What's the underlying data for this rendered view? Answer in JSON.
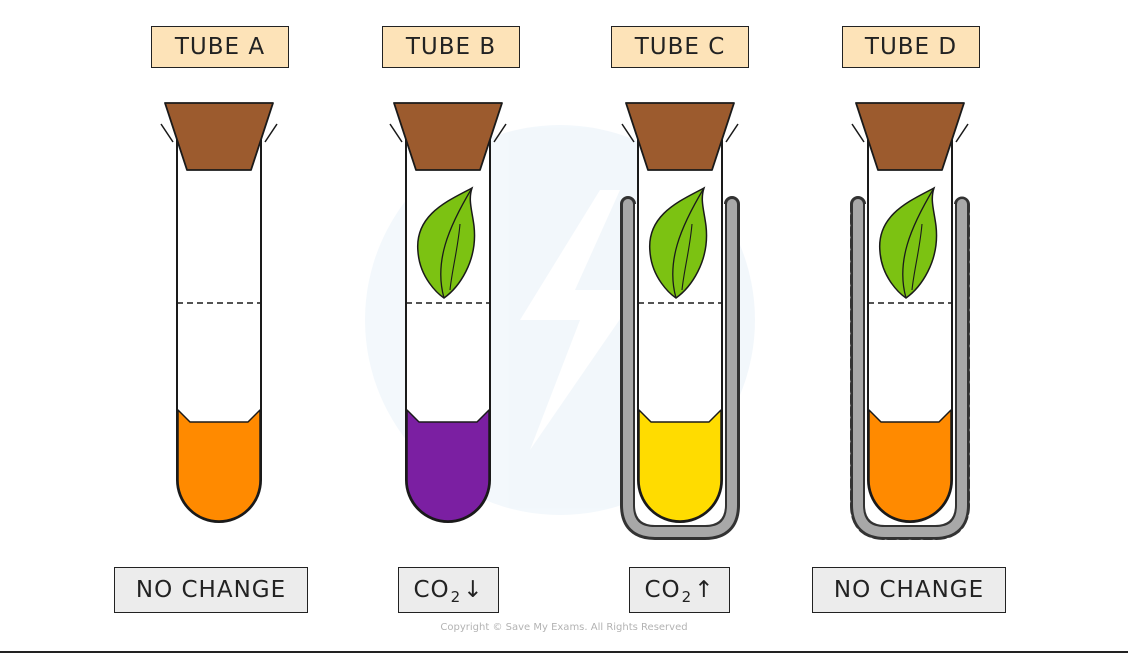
{
  "tubes": [
    {
      "label": "TUBE  A",
      "result_prefix": "NO CHANGE",
      "result_sub": "",
      "result_arrow": "",
      "liquid_color": "#ff8a00",
      "has_leaf": false,
      "cover": "none"
    },
    {
      "label": "TUBE  B",
      "result_prefix": "CO",
      "result_sub": "2",
      "result_arrow": "↓",
      "liquid_color": "#7b1fa2",
      "has_leaf": true,
      "cover": "none"
    },
    {
      "label": "TUBE  C",
      "result_prefix": "CO",
      "result_sub": "2",
      "result_arrow": "↑",
      "liquid_color": "#ffdc00",
      "has_leaf": true,
      "cover": "foil-solid"
    },
    {
      "label": "TUBE  D",
      "result_prefix": "NO CHANGE",
      "result_sub": "",
      "result_arrow": "",
      "liquid_color": "#ff8a00",
      "has_leaf": true,
      "cover": "gauze-dashed"
    }
  ],
  "colors": {
    "cork": "#9c5b2e",
    "leaf": "#7cc212",
    "foil": "#a8a8a8"
  },
  "footer": {
    "copyright": "Copyright © Save My Exams. All Rights Reserved"
  }
}
